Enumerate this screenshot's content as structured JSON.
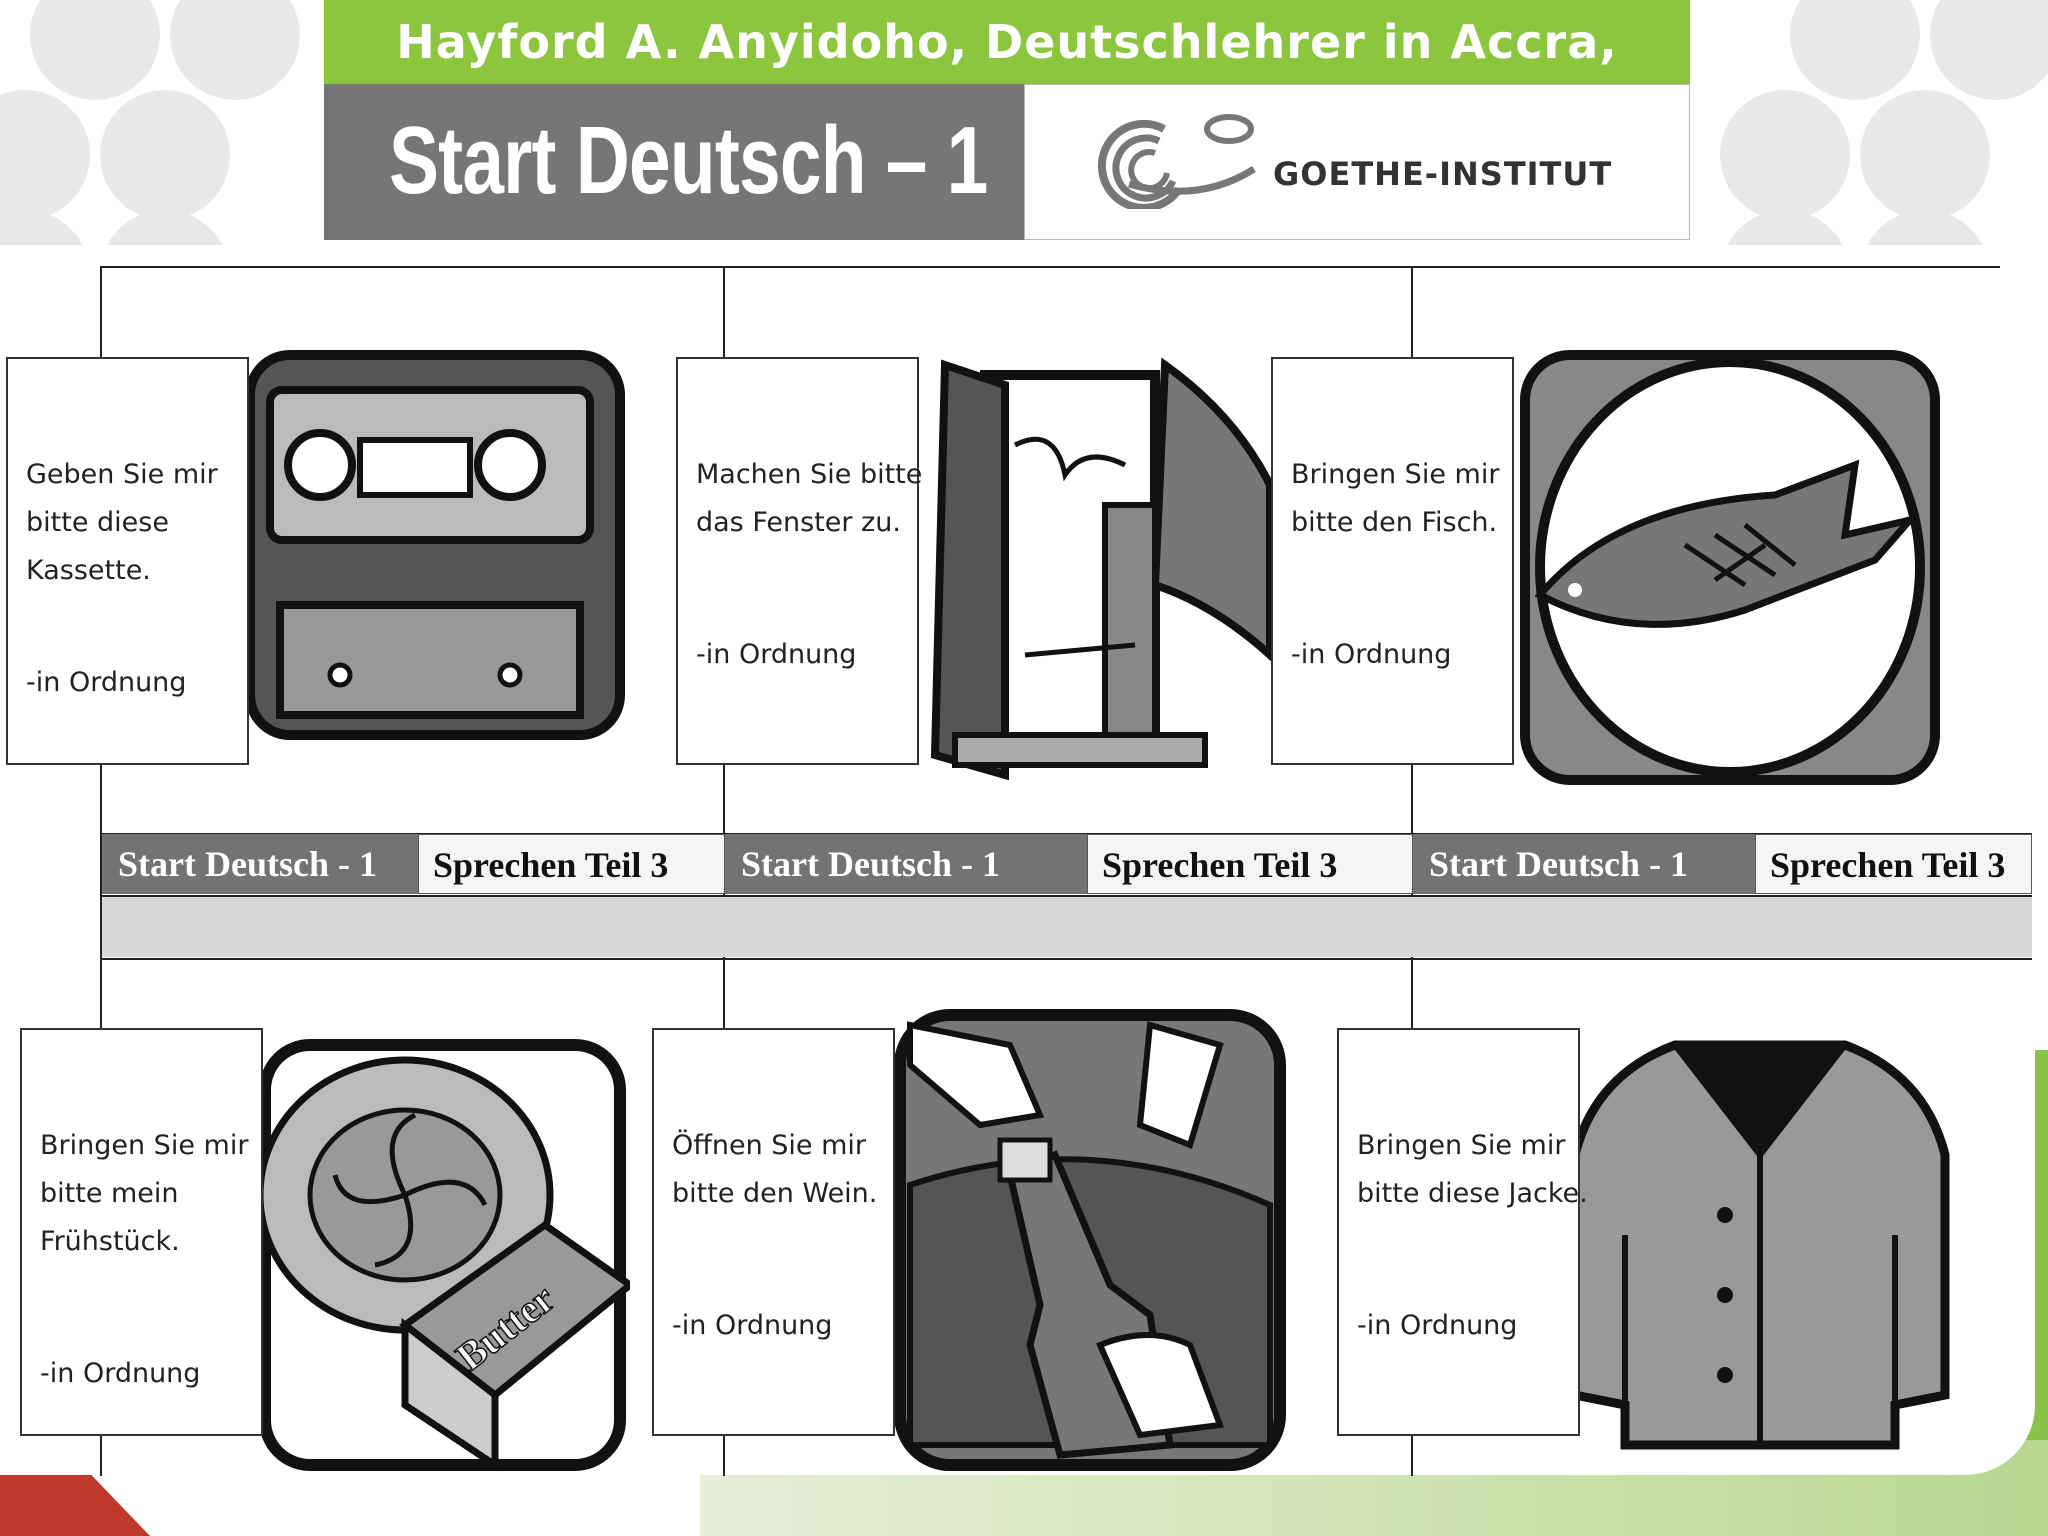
{
  "banner": {
    "text": "Hayford A. Anyidoho, Deutschlehrer in Accra,  Ghana"
  },
  "header": {
    "title": "Start Deutsch – 1",
    "logo_text": "GOETHE-INSTITUT"
  },
  "footer_bar": {
    "left": "Start Deutsch - 1",
    "right": "Sprechen Teil 3"
  },
  "cards": [
    {
      "picture": "cassette-icon",
      "lines": [
        "Geben Sie mir",
        "bitte diese",
        "Kassette."
      ],
      "answer": "-in Ordnung"
    },
    {
      "picture": "window-icon",
      "lines": [
        "Machen Sie bitte",
        "das Fenster zu."
      ],
      "answer": "-in Ordnung"
    },
    {
      "picture": "fish-plate-icon",
      "lines": [
        "Bringen Sie mir",
        "bitte den Fisch."
      ],
      "answer": "-in Ordnung"
    },
    {
      "picture": "butter-plate-icon",
      "lines": [
        "Bringen Sie mir",
        "bitte mein",
        "Frühstück."
      ],
      "answer": "-in Ordnung",
      "picture_label": "Butter"
    },
    {
      "picture": "wine-bottle-icon",
      "lines": [
        "Öffnen Sie mir",
        "bitte den Wein."
      ],
      "answer": "-in Ordnung"
    },
    {
      "picture": "jacket-icon",
      "lines": [
        "Bringen Sie mir",
        "bitte diese Jacke."
      ],
      "answer": "-in Ordnung"
    }
  ]
}
